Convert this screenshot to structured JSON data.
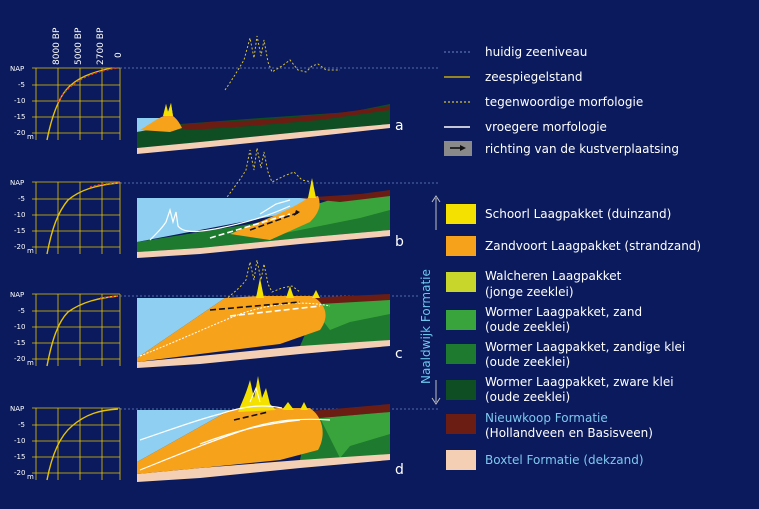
{
  "bp_labels": [
    "8000 BP",
    "5000 BP",
    "2700 BP",
    "0"
  ],
  "axis": {
    "nap": "NAP",
    "ticks": [
      "-5",
      "-10",
      "-15",
      "-20"
    ],
    "unit": "m"
  },
  "panels": [
    "a",
    "b",
    "c",
    "d"
  ],
  "line_legend": [
    {
      "label": "huidig zeeniveau"
    },
    {
      "label": "zeespiegelstand"
    },
    {
      "label": "tegenwoordige morfologie"
    },
    {
      "label": "vroegere morfologie"
    },
    {
      "label": "richting van de kustverplaatsing"
    }
  ],
  "formation_group": "Naaldwijk Formatie",
  "units": [
    {
      "line1": "Schoorl Laagpakket (duinzand)",
      "line2": "",
      "color": "#f4e100"
    },
    {
      "line1": "Zandvoort Laagpakket (strandzand)",
      "line2": "",
      "color": "#f7a21b"
    },
    {
      "line1": "Walcheren Laagpakket",
      "line2": "(jonge zeeklei)",
      "color": "#c8d62b"
    },
    {
      "line1": "Wormer Laagpakket, zand",
      "line2": "(oude zeeklei)",
      "color": "#3aa43c"
    },
    {
      "line1": "Wormer Laagpakket, zandige klei",
      "line2": "(oude zeeklei)",
      "color": "#1d7a2e"
    },
    {
      "line1": "Wormer Laagpakket, zware klei",
      "line2": "(oude zeeklei)",
      "color": "#0f4d22"
    },
    {
      "line1": "Nieuwkoop Formatie",
      "line2": "(Hollandveen en Basisveen)",
      "color": "#6b1d14"
    },
    {
      "line1": "Boxtel Formatie (dekzand)",
      "line2": "",
      "color": "#f5cfb4"
    }
  ],
  "colors": {
    "background": "#0a1a5c",
    "sea": "#8fd0f2",
    "accent_blue": "#6ec6ef"
  }
}
